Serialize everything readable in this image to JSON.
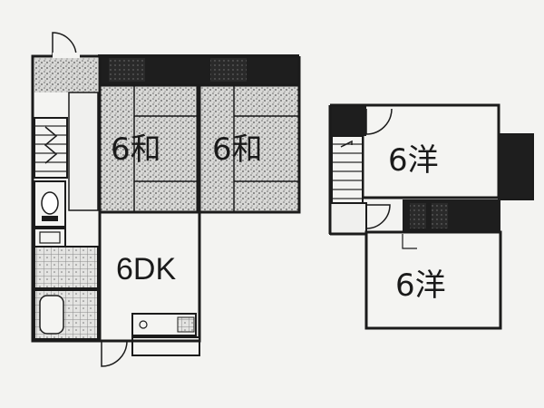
{
  "floor_plan": {
    "first_floor": {
      "rooms": [
        {
          "id": "washitsu-left",
          "label": "6和"
        },
        {
          "id": "washitsu-right",
          "label": "6和"
        },
        {
          "id": "dk",
          "label": "6DK"
        }
      ]
    },
    "second_floor": {
      "rooms": [
        {
          "id": "yoshitsu-upper",
          "label": "6洋"
        },
        {
          "id": "yoshitsu-lower",
          "label": "6洋"
        }
      ]
    }
  },
  "colors": {
    "wall": "#1b1b1b",
    "floor": "#f4f4f2",
    "tatami_pattern": "#8a8a8a",
    "closet_fill": "#202020"
  }
}
